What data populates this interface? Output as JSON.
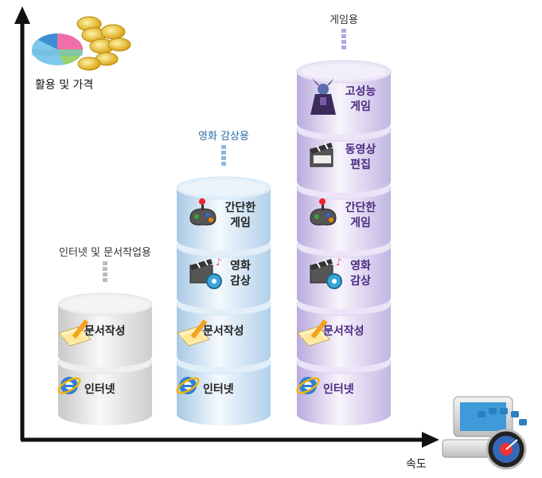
{
  "axes": {
    "y_label": "활용 및 가격",
    "x_label": "속도"
  },
  "columns": [
    {
      "title": "인터넷 및 문서작업용",
      "theme": "gray",
      "tiers": [
        {
          "label": "인터넷",
          "icon": "internet-explorer-icon"
        },
        {
          "label": "문서작성",
          "icon": "document-pencil-icon"
        }
      ]
    },
    {
      "title": "영화 감상용",
      "theme": "blue",
      "tiers": [
        {
          "label": "인터넷",
          "icon": "internet-explorer-icon"
        },
        {
          "label": "문서작성",
          "icon": "document-pencil-icon"
        },
        {
          "label": "영화\n감상",
          "icon": "film-clapper-icon"
        },
        {
          "label": "간단한\n게임",
          "icon": "joystick-icon"
        }
      ]
    },
    {
      "title": "게임용",
      "theme": "purple",
      "tiers": [
        {
          "label": "인터넷",
          "icon": "internet-explorer-icon"
        },
        {
          "label": "문서작성",
          "icon": "document-pencil-icon"
        },
        {
          "label": "영화\n감상",
          "icon": "film-clapper-icon"
        },
        {
          "label": "간단한\n게임",
          "icon": "joystick-icon"
        },
        {
          "label": "동영상\n편집",
          "icon": "video-edit-clapper-icon"
        },
        {
          "label": "고성능\n게임",
          "icon": "game-character-icon"
        }
      ]
    }
  ],
  "colors": {
    "gray": {
      "light": "#f7f7f7",
      "mid": "#e2e2e2",
      "dark": "#c4c4c4",
      "top": "#efefef",
      "text": "#222222",
      "title": "#333333",
      "dots": "#bdbdbd"
    },
    "blue": {
      "light": "#f2f8fd",
      "mid": "#d3e6f5",
      "dark": "#a9c9e6",
      "top": "#e2eff9",
      "text": "#222222",
      "title": "#2a6aa8",
      "dots": "#8fb8de"
    },
    "purple": {
      "light": "#f6f3fb",
      "mid": "#dcd3f0",
      "dark": "#b9aade",
      "top": "#ebe5f7",
      "text": "#4a2a82",
      "title": "#333333",
      "dots": "#b6a6e0"
    },
    "axis": "#111111"
  }
}
